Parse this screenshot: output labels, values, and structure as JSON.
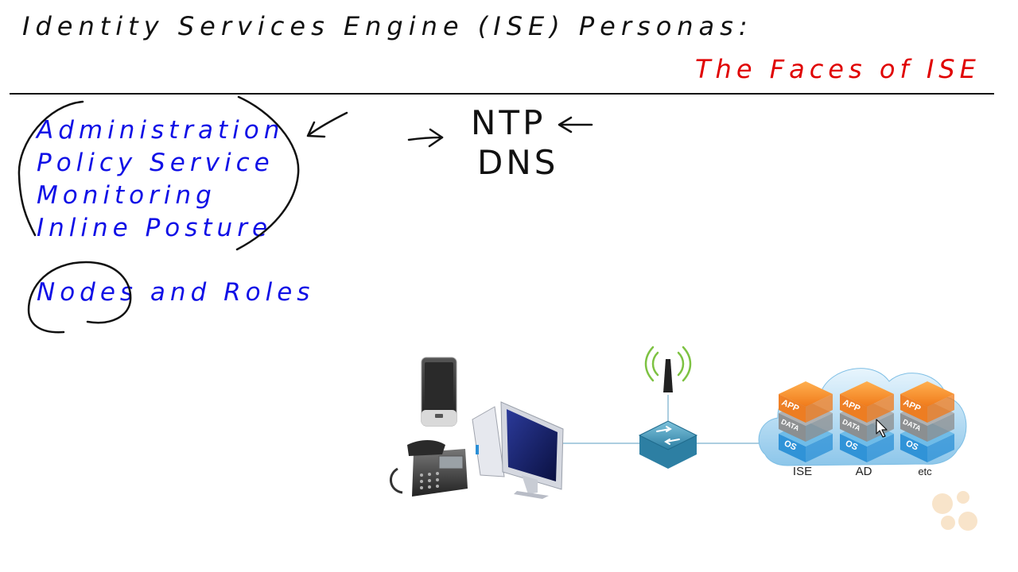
{
  "title": "Identity Services Engine (ISE) Personas:",
  "subtitle": "The Faces of ISE",
  "personas": [
    "Administration",
    "Policy Service",
    "Monitoring",
    "Inline Posture"
  ],
  "nodes_roles": {
    "nodes": "Nodes",
    "rest": "and Roles"
  },
  "services": [
    "NTP",
    "DNS"
  ],
  "diagram": {
    "server_labels": [
      "ISE",
      "AD",
      "etc"
    ],
    "layer_labels": [
      "APP",
      "DATA",
      "OS"
    ]
  },
  "colors": {
    "title": "#111111",
    "subtitle": "#e00000",
    "ink_blue": "#1010e6",
    "app_layer": "#f07a1a",
    "data_layer": "#8c8c8c",
    "os_layer": "#2a8fd6",
    "cloud": "#bfe0f5"
  }
}
